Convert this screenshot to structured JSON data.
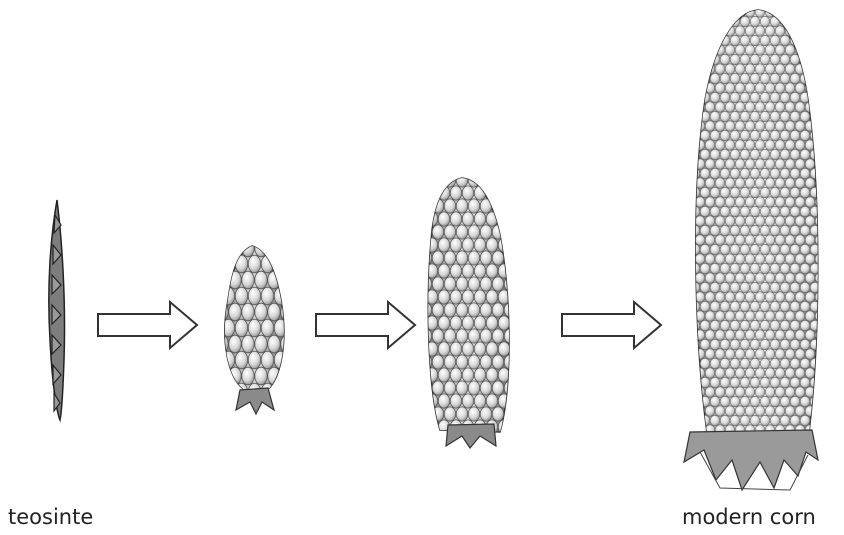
{
  "labels": {
    "start": "teosinte",
    "end": "modern corn"
  },
  "stages": [
    {
      "id": "teosinte",
      "icon": "teosinte-ear-icon"
    },
    {
      "id": "early-maize",
      "icon": "small-corn-ear-icon"
    },
    {
      "id": "intermediate-maize",
      "icon": "medium-corn-ear-icon"
    },
    {
      "id": "modern-corn",
      "icon": "modern-corn-ear-icon"
    }
  ],
  "arrows": [
    "arrow-1-icon",
    "arrow-2-icon",
    "arrow-3-icon"
  ],
  "colors": {
    "outline": "#333333",
    "kernel_light": "#f2f2f2",
    "kernel_mid": "#c9c9c9",
    "kernel_dark": "#8a8a8a",
    "husk": "#777777"
  }
}
